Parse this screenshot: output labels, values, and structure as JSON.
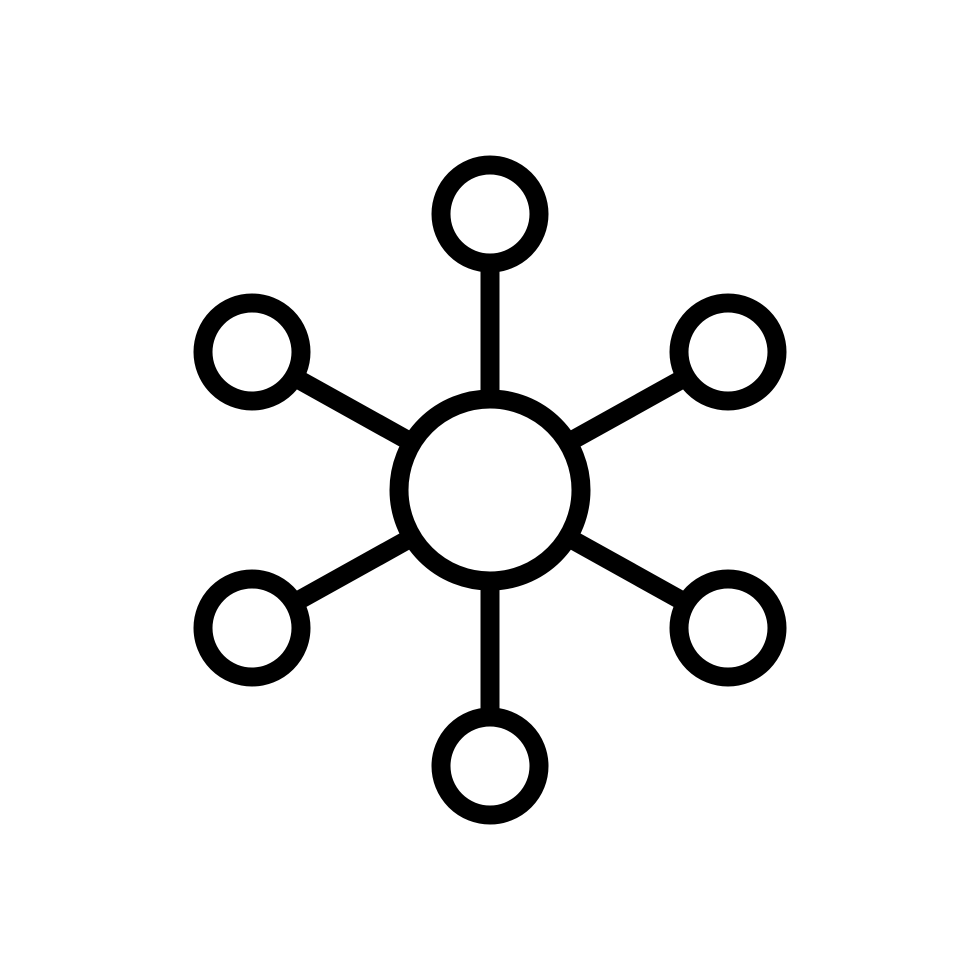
{
  "icon": {
    "name": "network-hub-icon",
    "style": "outline",
    "background_color": "#ffffff",
    "stroke_color": "#000000",
    "hub_count": 1,
    "satellite_count": 6
  }
}
